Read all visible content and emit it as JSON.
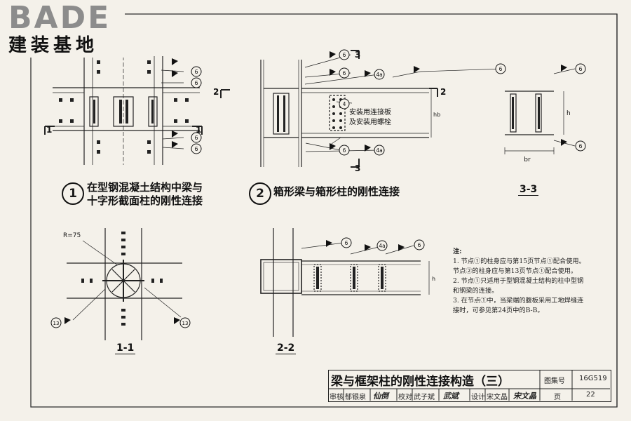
{
  "logo": {
    "word": "BADE",
    "sub": "建装基地"
  },
  "details": [
    {
      "num": "1",
      "line1": "在型钢混凝土结构中梁与",
      "line2": "十字形截面柱的刚性连接"
    },
    {
      "num": "2",
      "line1": "箱形梁与箱形柱的刚性连接"
    }
  ],
  "sections": {
    "s11": "1-1",
    "s22": "2-2",
    "s33": "3-3"
  },
  "section_marks": {
    "one": "1",
    "two": "2",
    "three": "3"
  },
  "callouts": {
    "six": "6",
    "four": "4",
    "four_a": "4a",
    "thirteen": "13",
    "radius": "R=75",
    "install_plate_1": "安装用连接板",
    "install_plate_2": "及安装用螺栓",
    "h": "h",
    "br": "br",
    "hb": "hb"
  },
  "notes": {
    "title": "注:",
    "items": [
      "1. 节点①的柱身应与第15页节点①配合使用。",
      "    节点②的柱身应与第13页节点①配合使用。",
      "2. 节点①只适用于型钢混凝土结构的柱中型钢",
      "    和钢梁的连接。",
      "3. 在节点①中，当梁端的腹板采用工地焊缝连",
      "    接时，可参见第24页中的B-B。"
    ]
  },
  "title_block": {
    "title": "梁与框架柱的刚性连接构造（三）",
    "atlas_label": "图集号",
    "atlas_no": "16G519",
    "review_label": "审核",
    "reviewer": "郁银泉",
    "check_label": "校对",
    "checker": "武子斌",
    "design_label": "设计",
    "designer": "宋文晶",
    "page_label": "页",
    "page_no": "22",
    "sig_reviewer": "仙倒",
    "sig_checker": "武斌",
    "sig_designer": "宋文晶"
  }
}
